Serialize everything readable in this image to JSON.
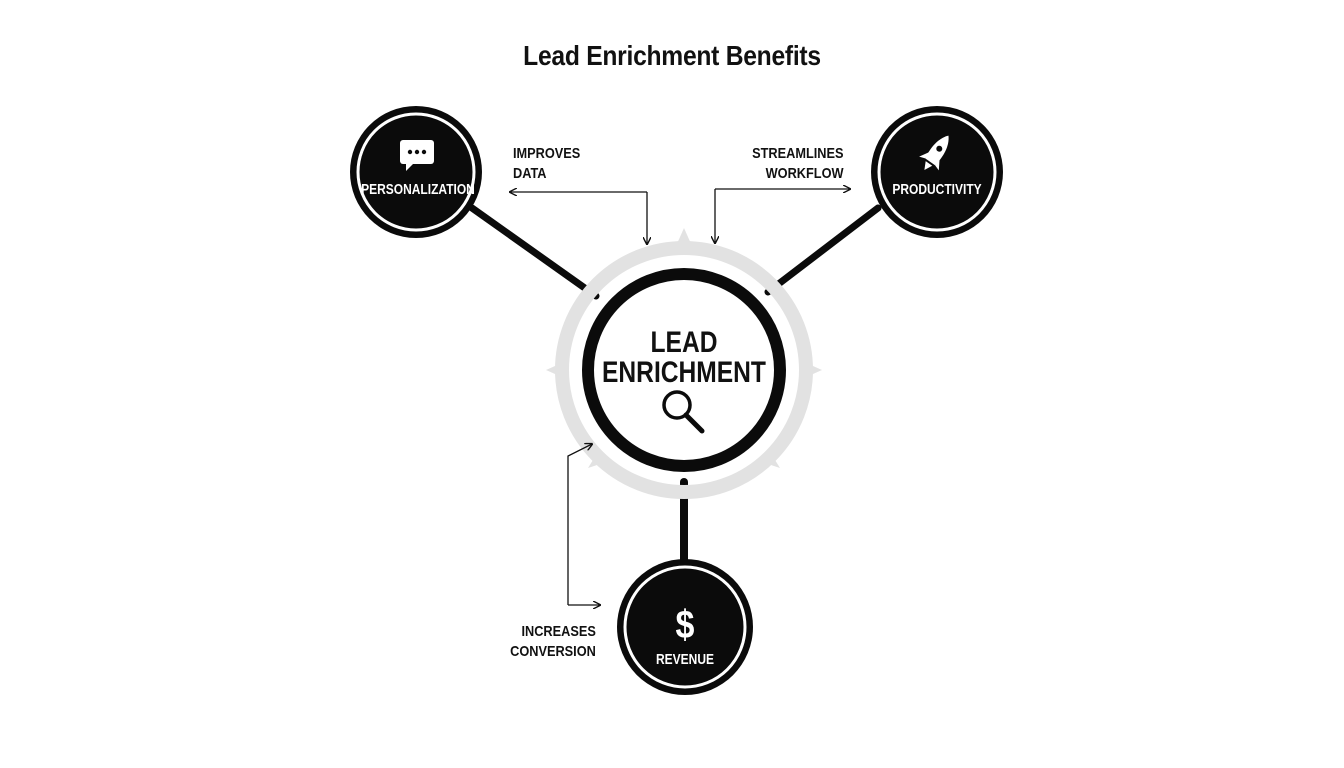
{
  "title": "Lead Enrichment Benefits",
  "center": {
    "line1": "LEAD",
    "line2": "ENRICHMENT",
    "icon": "magnifier-icon"
  },
  "nodes": [
    {
      "id": "personalization",
      "label": "PERSONALIZATION",
      "icon": "chat-bubble-icon"
    },
    {
      "id": "productivity",
      "label": "PRODUCTIVITY",
      "icon": "rocket-icon"
    },
    {
      "id": "revenue",
      "label": "REVENUE",
      "icon": "dollar-icon",
      "glyph": "$"
    }
  ],
  "annotations": [
    {
      "id": "improves-data",
      "line1": "IMPROVES",
      "line2": "DATA"
    },
    {
      "id": "streamlines-workflow",
      "line1": "STREAMLINES",
      "line2": "WORKFLOW"
    },
    {
      "id": "increases-conversion",
      "line1": "INCREASES",
      "line2": "CONVERSION"
    }
  ],
  "colors": {
    "node_fill": "#0b0b0b",
    "ring_gray": "#e2e2e2",
    "background": "#ffffff"
  }
}
